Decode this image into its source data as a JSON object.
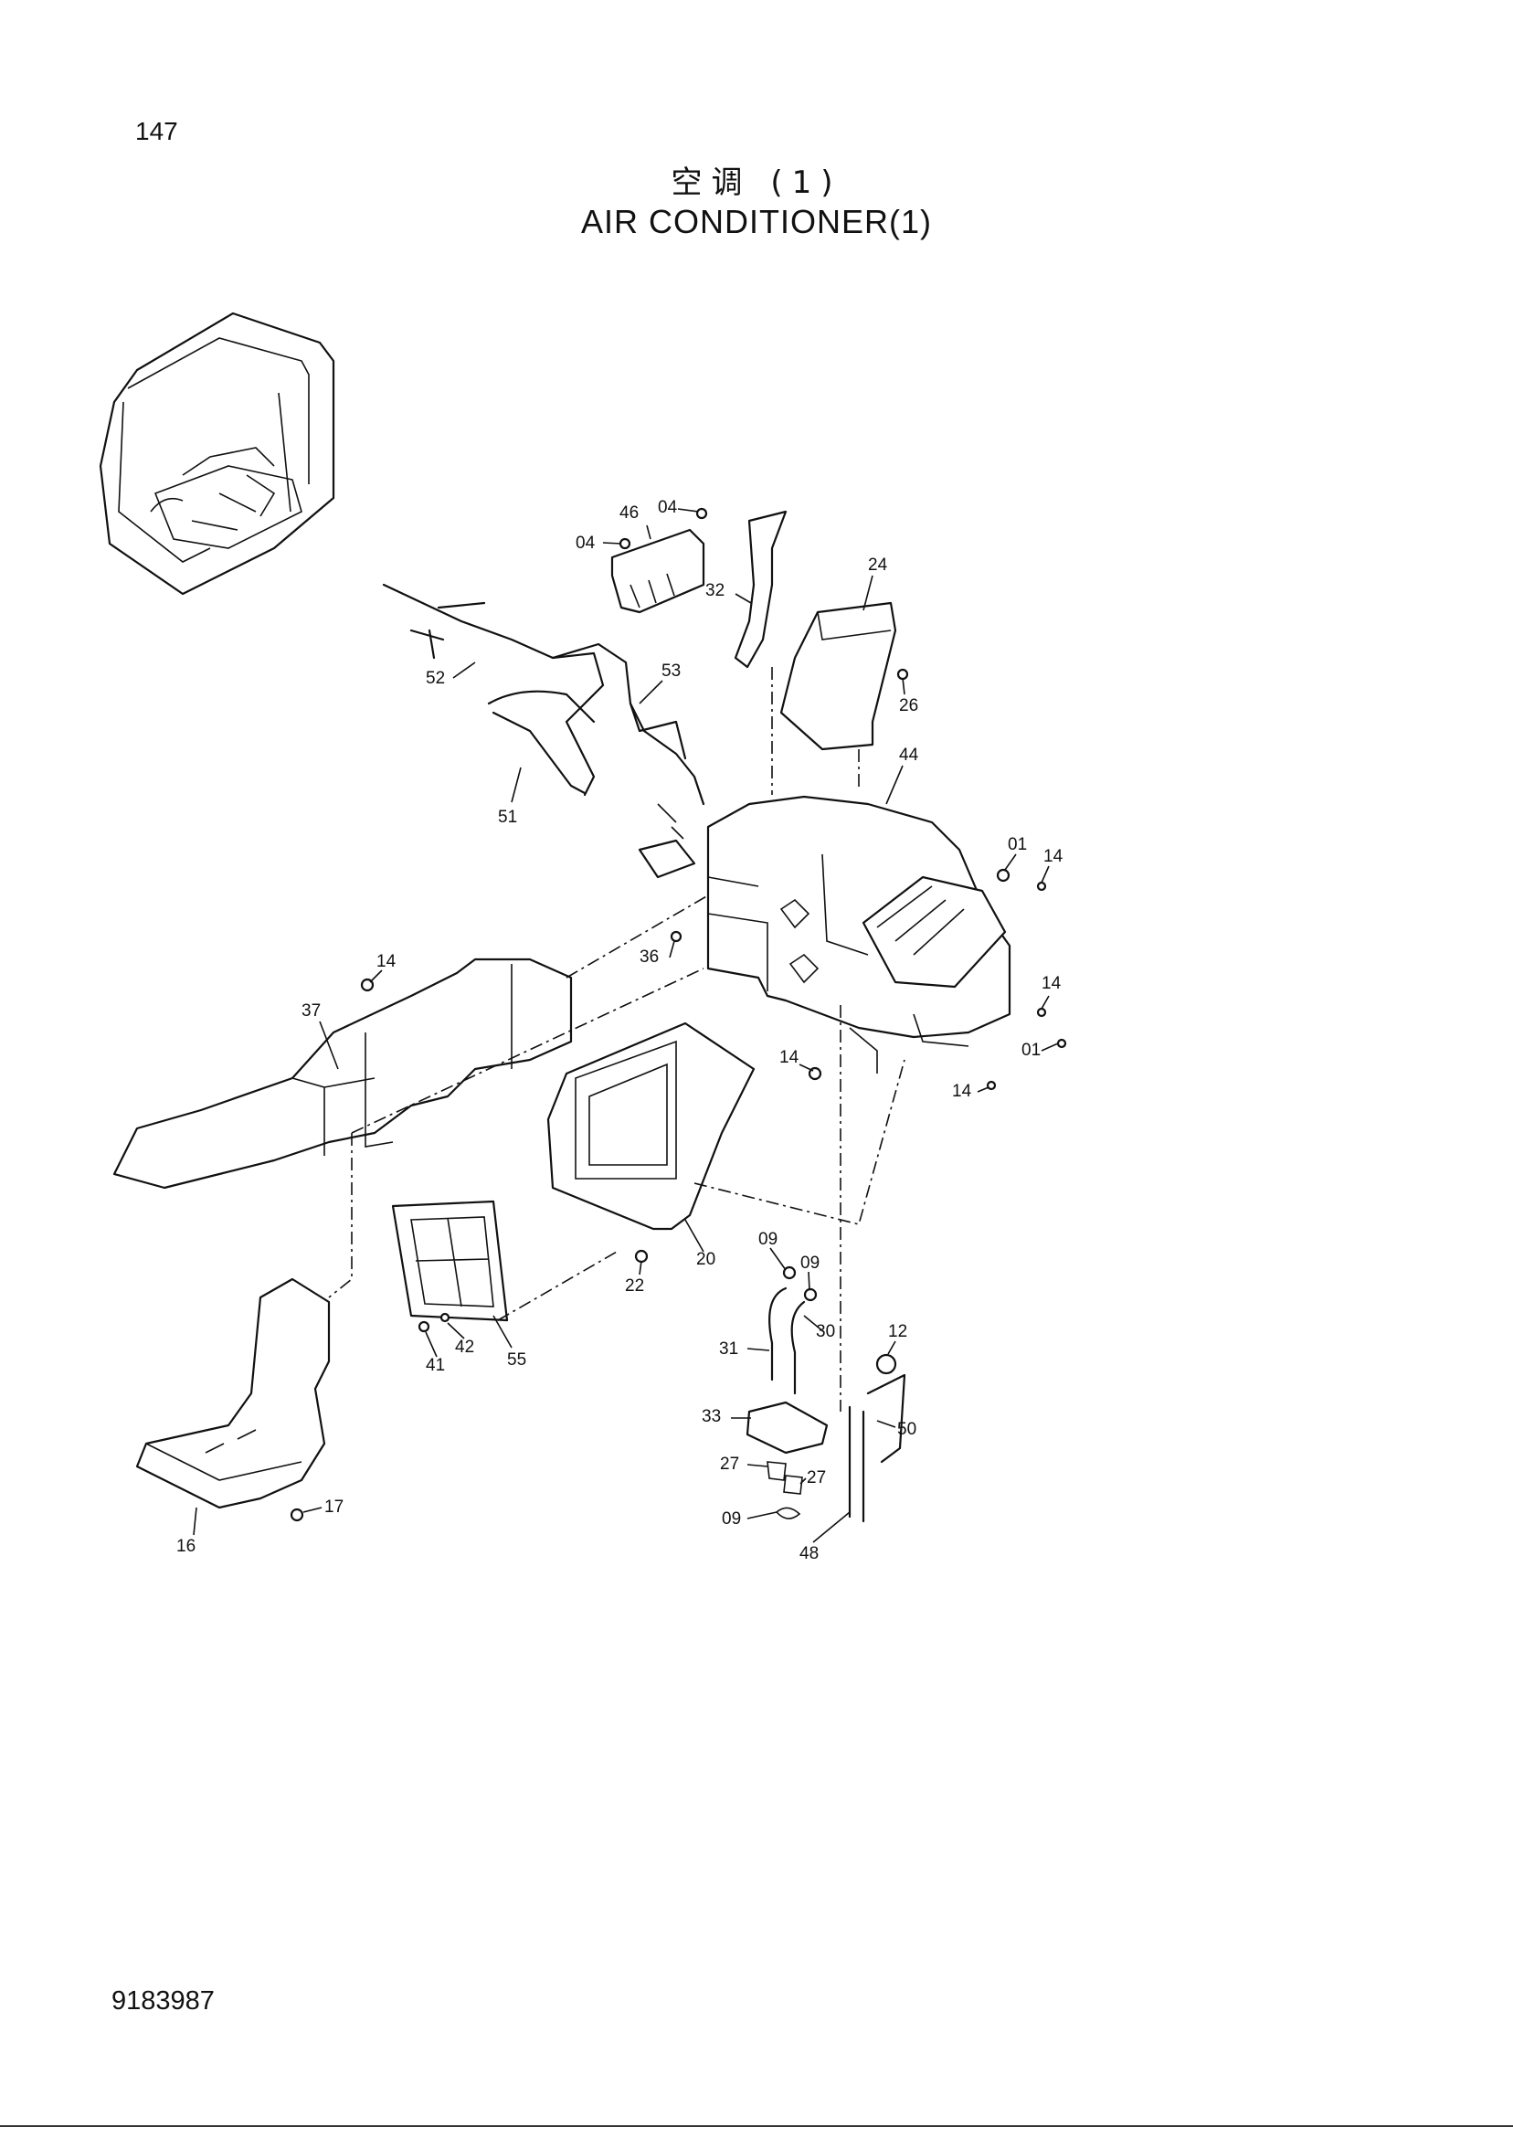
{
  "header": {
    "page_number": "147",
    "title_cn": "空调 (1)",
    "title_en": "AIR CONDITIONER(1)"
  },
  "footer": {
    "document_number": "9183987"
  },
  "callouts": [
    "46",
    "04",
    "04",
    "32",
    "24",
    "26",
    "53",
    "52",
    "51",
    "44",
    "01",
    "14",
    "14",
    "37",
    "36",
    "14",
    "14",
    "01",
    "14",
    "20",
    "22",
    "09",
    "09",
    "30",
    "31",
    "12",
    "41",
    "42",
    "55",
    "33",
    "50",
    "27",
    "27",
    "09",
    "48",
    "17",
    "16"
  ]
}
